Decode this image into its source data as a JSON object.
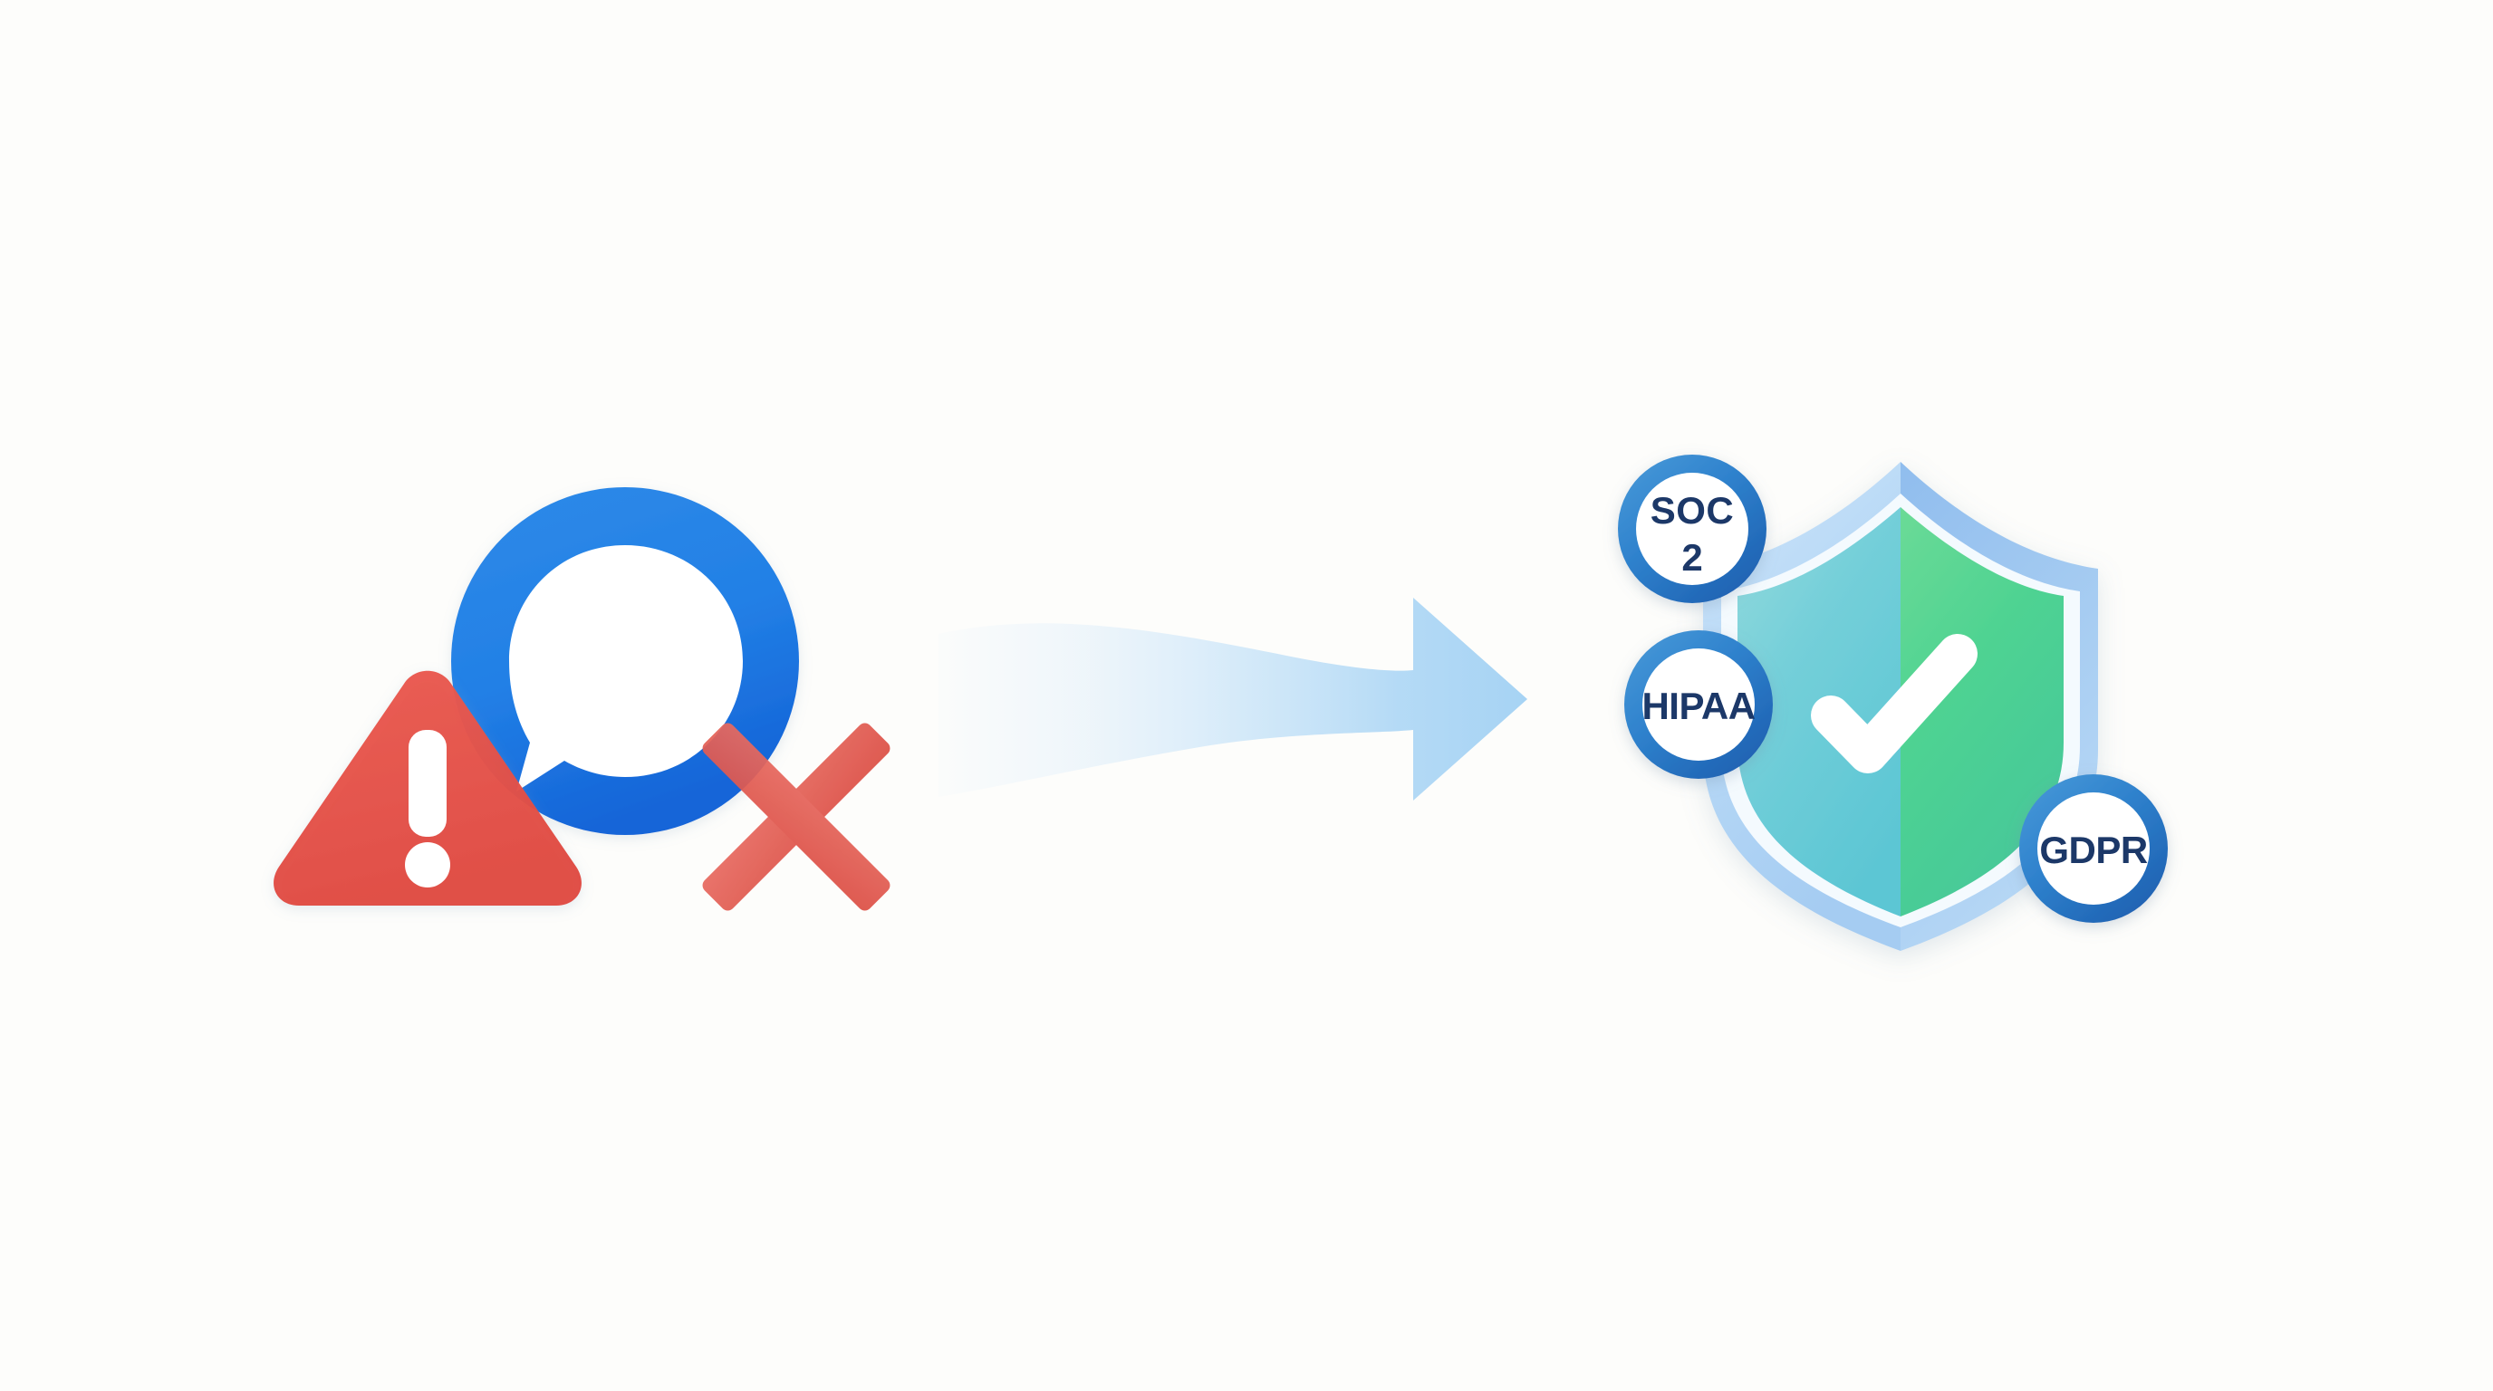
{
  "illustration": {
    "title": "Non-compliant messaging to compliant secure messaging",
    "background_color": "#fdfdfb",
    "left_group": {
      "name": "non-compliant-state",
      "warning_icon": {
        "name": "warning-triangle-icon",
        "color": "#e8554b",
        "mark": "!"
      },
      "chat_icon": {
        "name": "speech-bubble-icon",
        "ring_color_top": "#2f8ae8",
        "ring_color_bottom": "#1565d8",
        "bubble_fill": "#ffffff"
      },
      "cross_icon": {
        "name": "red-x-icon",
        "color": "#e35a50"
      }
    },
    "arrow": {
      "name": "transition-arrow",
      "direction": "right",
      "fill_start": "#eef6fd",
      "fill_end": "#aed7f5"
    },
    "right_group": {
      "name": "compliant-state",
      "shield": {
        "name": "security-shield-icon",
        "outer_color_top": "#bcdcf7",
        "outer_color_bottom": "#a9cdf2",
        "inner_gradient_start": "#7fd4e0",
        "inner_gradient_end": "#5fd68f",
        "check_color": "#ffffff"
      },
      "badges": [
        {
          "name": "badge-soc2",
          "lines": [
            "SOC",
            "2"
          ],
          "ring_color": "#3d93d6",
          "ring_color_dark": "#1e62b4",
          "fill": "#ffffff",
          "text_color": "#1b3768"
        },
        {
          "name": "badge-hipaa",
          "lines": [
            "HIPAA"
          ],
          "ring_color": "#3d93d6",
          "ring_color_dark": "#1e62b4",
          "fill": "#ffffff",
          "text_color": "#1b3768"
        },
        {
          "name": "badge-gdpr",
          "lines": [
            "GDPR"
          ],
          "ring_color": "#3d93d6",
          "ring_color_dark": "#1e62b4",
          "fill": "#ffffff",
          "text_color": "#1b3768"
        }
      ]
    }
  }
}
